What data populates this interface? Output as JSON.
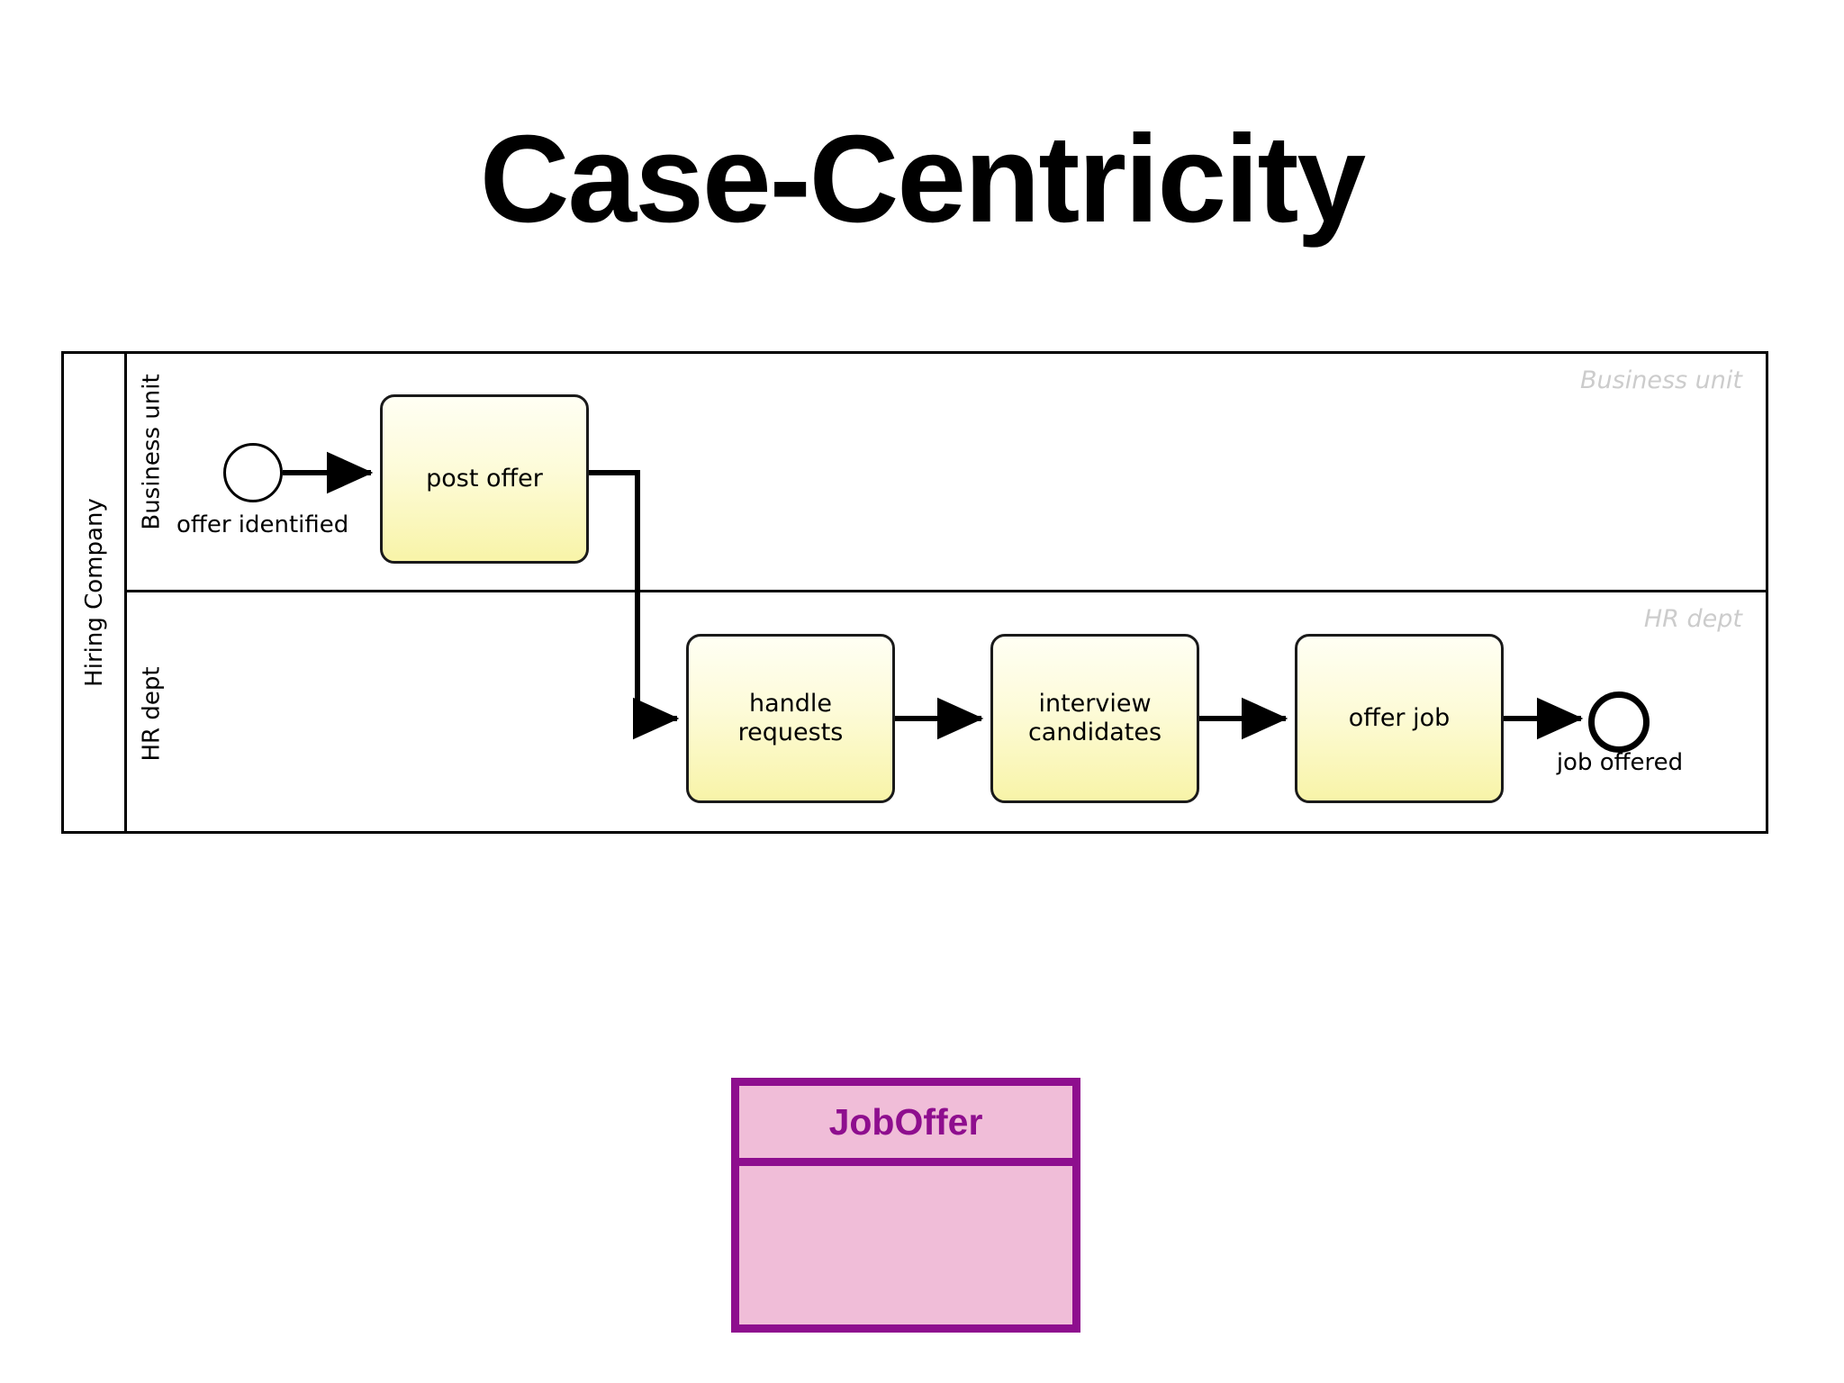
{
  "slide": {
    "title": "Case-Centricity"
  },
  "diagram": {
    "pool": {
      "name": "Hiring Company",
      "lanes": [
        {
          "id": "business-unit",
          "label": "Business unit",
          "watermark": "Business unit"
        },
        {
          "id": "hr-dept",
          "label": "HR dept",
          "watermark": "HR dept"
        }
      ]
    },
    "events": [
      {
        "id": "start",
        "type": "start-event",
        "label": "offer identified"
      },
      {
        "id": "end",
        "type": "end-event",
        "label": "job offered"
      }
    ],
    "tasks": [
      {
        "id": "post-offer",
        "label": "post offer",
        "lane": "business-unit"
      },
      {
        "id": "handle-requests",
        "label": "handle requests",
        "lane": "hr-dept"
      },
      {
        "id": "interview-candidates",
        "label": "interview\ncandidates",
        "line1": "interview",
        "line2": "candidates",
        "lane": "hr-dept"
      },
      {
        "id": "offer-job",
        "label": "offer job",
        "lane": "hr-dept"
      }
    ],
    "flows": [
      {
        "from": "start",
        "to": "post-offer"
      },
      {
        "from": "post-offer",
        "to": "handle-requests"
      },
      {
        "from": "handle-requests",
        "to": "interview-candidates"
      },
      {
        "from": "interview-candidates",
        "to": "offer-job"
      },
      {
        "from": "offer-job",
        "to": "end"
      }
    ]
  },
  "class_box": {
    "name": "JobOffer",
    "attributes": []
  },
  "colors": {
    "task_fill_top": "#fffff4",
    "task_fill_bottom": "#f8f4a8",
    "task_border": "#1a1a1a",
    "lane_watermark": "#cccccc",
    "class_border": "#8e0e8e",
    "class_fill": "#f0bdd8",
    "class_title": "#8e0e8e",
    "stroke": "#000000",
    "background": "#ffffff"
  }
}
